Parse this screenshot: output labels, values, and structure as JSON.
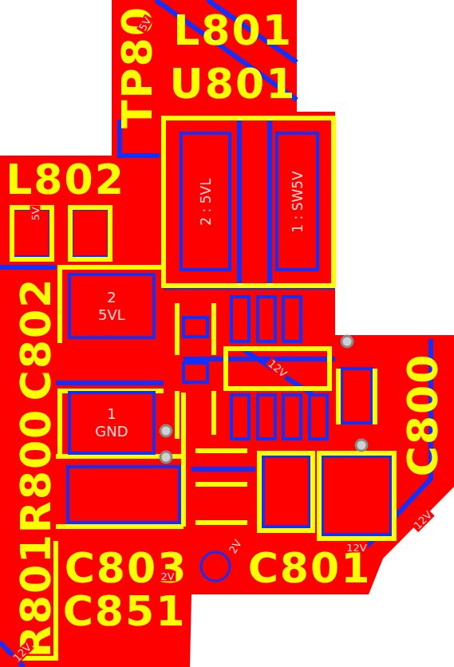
{
  "diagram": {
    "nodes": [
      {
        "text": [
          "2 : 5VL"
        ]
      },
      {
        "text": [
          "1 : SW5V"
        ]
      },
      {
        "text": [
          "2",
          "5VL"
        ]
      },
      {
        "text": [
          "1",
          "GND"
        ]
      }
    ],
    "labels": [
      "L801",
      "U801",
      "TP80",
      "L802",
      "C802",
      "R800",
      "R801",
      "C803",
      "C851",
      "C801",
      "C800",
      "5V",
      "5V",
      "12V",
      "12V",
      "12V",
      "2V",
      "2V",
      "12V"
    ]
  }
}
